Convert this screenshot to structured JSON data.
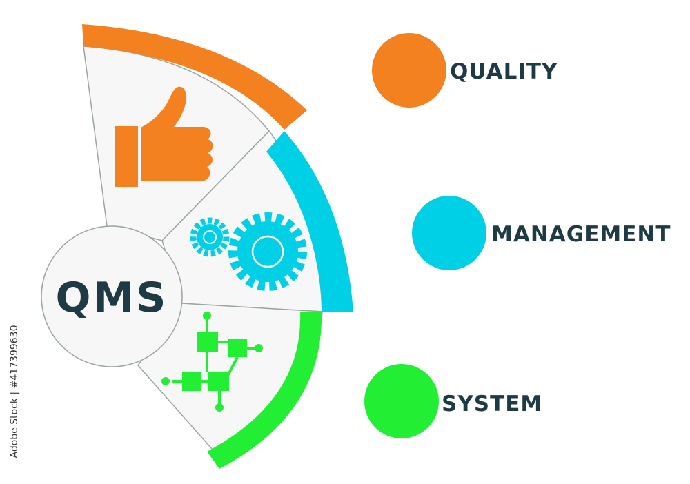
{
  "center": {
    "label": "QMS"
  },
  "items": [
    {
      "word": "QUALITY",
      "color": "#f48120",
      "icon": "thumbs-up-icon"
    },
    {
      "word": "MANAGEMENT",
      "color": "#00d0e6",
      "icon": "gears-icon"
    },
    {
      "word": "SYSTEM",
      "color": "#22ee33",
      "icon": "flowchart-icon"
    }
  ],
  "stock_id": "Adobe Stock | #417399630",
  "colors": {
    "text": "#1e3a44",
    "segment_fill": "#f7f7f7",
    "outline": "#9aa5a5"
  }
}
